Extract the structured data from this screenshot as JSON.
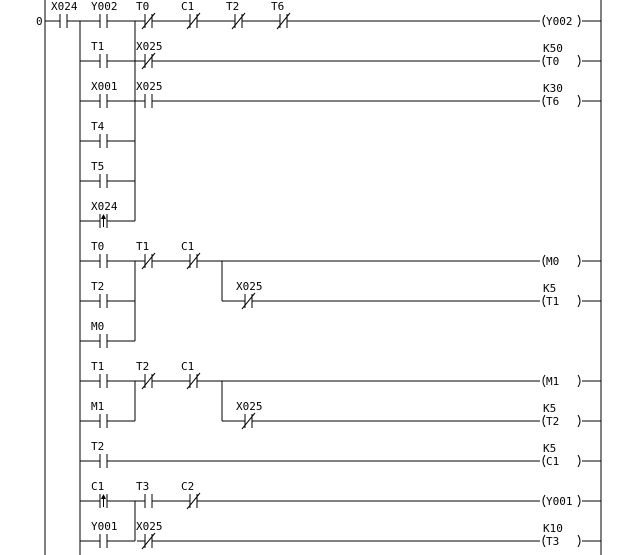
{
  "step_number": "0",
  "diagram": [
    {
      "type": "contact",
      "kind": "NO",
      "label": "X024"
    },
    {
      "type": "contact",
      "kind": "NO",
      "label": "Y002"
    },
    {
      "type": "contact",
      "kind": "NC",
      "label": "T0"
    },
    {
      "type": "contact",
      "kind": "NC",
      "label": "C1"
    },
    {
      "type": "contact",
      "kind": "NC",
      "label": "T2"
    },
    {
      "type": "contact",
      "kind": "NC",
      "label": "T6"
    },
    {
      "type": "coil",
      "label": "Y002",
      "setpoint": ""
    },
    {
      "type": "contact",
      "kind": "NO",
      "label": "T1"
    },
    {
      "type": "contact",
      "kind": "NC",
      "label": "X025"
    },
    {
      "type": "coil",
      "label": "T0",
      "setpoint": "K50"
    },
    {
      "type": "contact",
      "kind": "NO",
      "label": "X001"
    },
    {
      "type": "contact",
      "kind": "NO",
      "label": "X025"
    },
    {
      "type": "coil",
      "label": "T6",
      "setpoint": "K30"
    },
    {
      "type": "contact",
      "kind": "NO",
      "label": "T4"
    },
    {
      "type": "contact",
      "kind": "NO",
      "label": "T5"
    },
    {
      "type": "contact",
      "kind": "RISE",
      "label": "X024"
    },
    {
      "type": "contact",
      "kind": "NO",
      "label": "T0"
    },
    {
      "type": "contact",
      "kind": "NC",
      "label": "T1"
    },
    {
      "type": "contact",
      "kind": "NC",
      "label": "C1"
    },
    {
      "type": "coil",
      "label": "M0",
      "setpoint": ""
    },
    {
      "type": "contact",
      "kind": "NO",
      "label": "T2"
    },
    {
      "type": "contact",
      "kind": "NC",
      "label": "X025"
    },
    {
      "type": "coil",
      "label": "T1",
      "setpoint": "K5"
    },
    {
      "type": "contact",
      "kind": "NO",
      "label": "M0"
    },
    {
      "type": "contact",
      "kind": "NO",
      "label": "T1"
    },
    {
      "type": "contact",
      "kind": "NC",
      "label": "T2"
    },
    {
      "type": "contact",
      "kind": "NC",
      "label": "C1"
    },
    {
      "type": "coil",
      "label": "M1",
      "setpoint": ""
    },
    {
      "type": "contact",
      "kind": "NO",
      "label": "M1"
    },
    {
      "type": "contact",
      "kind": "NC",
      "label": "X025"
    },
    {
      "type": "coil",
      "label": "T2",
      "setpoint": "K5"
    },
    {
      "type": "contact",
      "kind": "NO",
      "label": "T2"
    },
    {
      "type": "coil",
      "label": "C1",
      "setpoint": "K5"
    },
    {
      "type": "contact",
      "kind": "RISE",
      "label": "C1"
    },
    {
      "type": "contact",
      "kind": "NO",
      "label": "T3"
    },
    {
      "type": "contact",
      "kind": "NC",
      "label": "C2"
    },
    {
      "type": "coil",
      "label": "Y001",
      "setpoint": ""
    },
    {
      "type": "contact",
      "kind": "NO",
      "label": "Y001"
    },
    {
      "type": "contact",
      "kind": "NC",
      "label": "X025"
    },
    {
      "type": "coil",
      "label": "T3",
      "setpoint": "K10"
    }
  ]
}
